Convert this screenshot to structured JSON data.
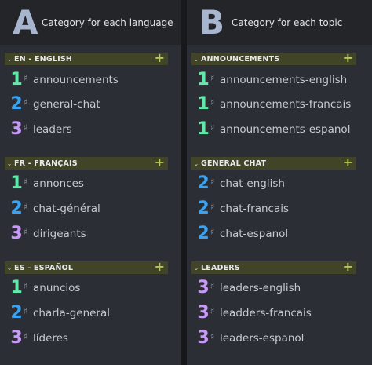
{
  "left": {
    "letter": "A",
    "title": "Category for each language",
    "categories": [
      {
        "name": "EN - ENGLISH",
        "channels": [
          {
            "num": "1",
            "icon": "hash-icon",
            "name": "announcements"
          },
          {
            "num": "2",
            "icon": "hash-icon",
            "name": "general-chat"
          },
          {
            "num": "3",
            "icon": "locked-hash-icon",
            "name": "leaders"
          }
        ]
      },
      {
        "name": "FR - FRANÇAIS",
        "channels": [
          {
            "num": "1",
            "icon": "hash-icon",
            "name": "annonces"
          },
          {
            "num": "2",
            "icon": "hash-icon",
            "name": "chat-général"
          },
          {
            "num": "3",
            "icon": "hash-icon",
            "name": "dirigeants"
          }
        ]
      },
      {
        "name": "ES - ESPAÑOL",
        "channels": [
          {
            "num": "1",
            "icon": "hash-icon",
            "name": "anuncios"
          },
          {
            "num": "2",
            "icon": "hash-icon",
            "name": "charla-general"
          },
          {
            "num": "3",
            "icon": "hash-icon",
            "name": "líderes"
          }
        ]
      }
    ]
  },
  "right": {
    "letter": "B",
    "title": "Category for each topic",
    "categories": [
      {
        "name": "ANNOUNCEMENTS",
        "channels": [
          {
            "num": "1",
            "icon": "hash-icon",
            "name": "announcements-english"
          },
          {
            "num": "1",
            "icon": "hash-icon",
            "name": "announcements-francais"
          },
          {
            "num": "1",
            "icon": "hash-icon",
            "name": "announcements-espanol"
          }
        ]
      },
      {
        "name": "GENERAL CHAT",
        "channels": [
          {
            "num": "2",
            "icon": "hash-icon",
            "name": "chat-english"
          },
          {
            "num": "2",
            "icon": "hash-icon",
            "name": "chat-francais"
          },
          {
            "num": "2",
            "icon": "hash-icon",
            "name": "chat-espanol"
          }
        ]
      },
      {
        "name": "LEADERS",
        "channels": [
          {
            "num": "3",
            "icon": "hash-icon",
            "name": "leaders-english"
          },
          {
            "num": "3",
            "icon": "hash-icon",
            "name": "leadders-francais"
          },
          {
            "num": "3",
            "icon": "hash-icon",
            "name": "leaders-espanol"
          }
        ]
      }
    ]
  },
  "symbols": {
    "chevron": "⌄",
    "plus": "+",
    "hash": "♯"
  }
}
